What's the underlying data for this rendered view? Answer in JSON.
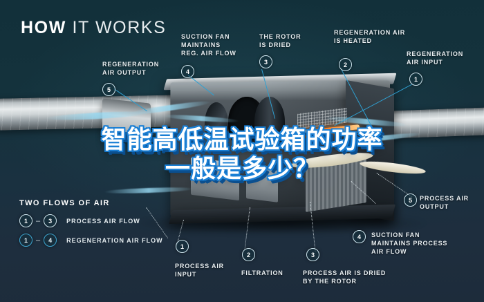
{
  "title": {
    "bold": "HOW",
    "light": "IT WORKS"
  },
  "overlay_headline": {
    "line1": "智能高低温试验箱的功率",
    "line2": "一般是多少？"
  },
  "callouts": [
    {
      "id": "regeneration-air-output",
      "number": "5",
      "lines": [
        "REGENERATION",
        "AIR OUTPUT"
      ]
    },
    {
      "id": "suction-fan-reg",
      "number": "4",
      "lines": [
        "SUCTION FAN",
        "MAINTAINS",
        "REG. AIR FLOW"
      ]
    },
    {
      "id": "rotor-is-dried",
      "number": "3",
      "lines": [
        "THE ROTOR",
        "IS DRIED"
      ]
    },
    {
      "id": "regeneration-air-heated",
      "number": "2",
      "lines": [
        "REGENERATION AIR",
        "IS HEATED"
      ]
    },
    {
      "id": "regeneration-air-input",
      "number": "1",
      "lines": [
        "REGENERATION",
        "AIR INPUT"
      ]
    },
    {
      "id": "process-air-output",
      "number": "5",
      "lines": [
        "PROCESS AIR",
        "OUTPUT"
      ]
    },
    {
      "id": "suction-fan-process",
      "number": "4",
      "lines": [
        "SUCTION FAN",
        "MAINTAINS PROCESS",
        "AIR FLOW"
      ]
    },
    {
      "id": "process-air-input",
      "number": "1",
      "lines": [
        "PROCESS AIR",
        "INPUT"
      ]
    },
    {
      "id": "filtration",
      "number": "2",
      "lines": [
        "FILTRATION"
      ]
    },
    {
      "id": "process-air-dried",
      "number": "3",
      "lines": [
        "PROCESS AIR IS DRIED",
        "BY THE ROTOR"
      ]
    }
  ],
  "legend": {
    "heading": "TWO FLOWS OF AIR",
    "rows": [
      {
        "from": "1",
        "dash": "–",
        "to": "3",
        "label": "PROCESS AIR FLOW",
        "style": "white"
      },
      {
        "from": "1",
        "dash": "–",
        "to": "4",
        "label": "REGENERATION AIR FLOW",
        "style": "blue"
      }
    ]
  },
  "colors": {
    "background_top": "#12303a",
    "background_bottom": "#1e2e3e",
    "accent_blue": "#3fa9d4",
    "airflow_blue": "#96d7f0",
    "heater_orange": "#ff7a18",
    "overlay_outline": "#1a7fd4",
    "text_white": "#ffffff"
  }
}
